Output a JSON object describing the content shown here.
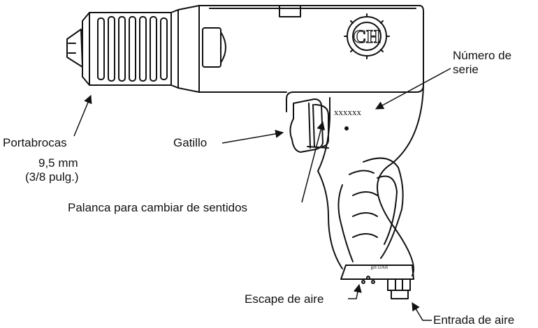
{
  "labels": {
    "chuck": "Portabrocas",
    "chuck_size_mm": "9,5 mm",
    "chuck_size_in": "(3/8 pulg.)",
    "trigger": "Gatillo",
    "reverse_lever": "Palanca para cambiar de sentidos",
    "serial_line1": "Número de",
    "serial_line2": "serie",
    "serial_value": "xxxxxx",
    "exhaust": "Escape de aire",
    "inlet": "Entrada de aire"
  },
  "logo_text": "CH",
  "handle_mark": "gH DAR"
}
